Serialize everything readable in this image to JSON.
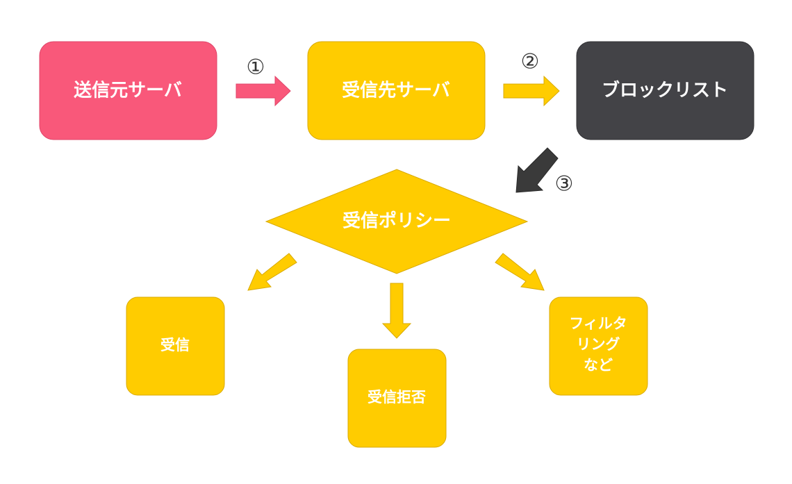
{
  "colors": {
    "sender": "#F9587A",
    "yellow": "#FFCC00",
    "yellow_border": "#D9AA00",
    "blocklist": "#434347",
    "arrow_dark": "#3A3A3A",
    "text_light": "#FFFFFF",
    "text_dark": "#333333"
  },
  "nodes": {
    "sender": "送信元サーバ",
    "receiver": "受信先サーバ",
    "blocklist": "ブロックリスト",
    "policy": "受信ポリシー",
    "accept": "受信",
    "reject": "受信拒否",
    "filter_line1": "フィルタ",
    "filter_line2": "リング",
    "filter_line3": "など"
  },
  "steps": {
    "step1": "①",
    "step2": "②",
    "step3": "③"
  }
}
